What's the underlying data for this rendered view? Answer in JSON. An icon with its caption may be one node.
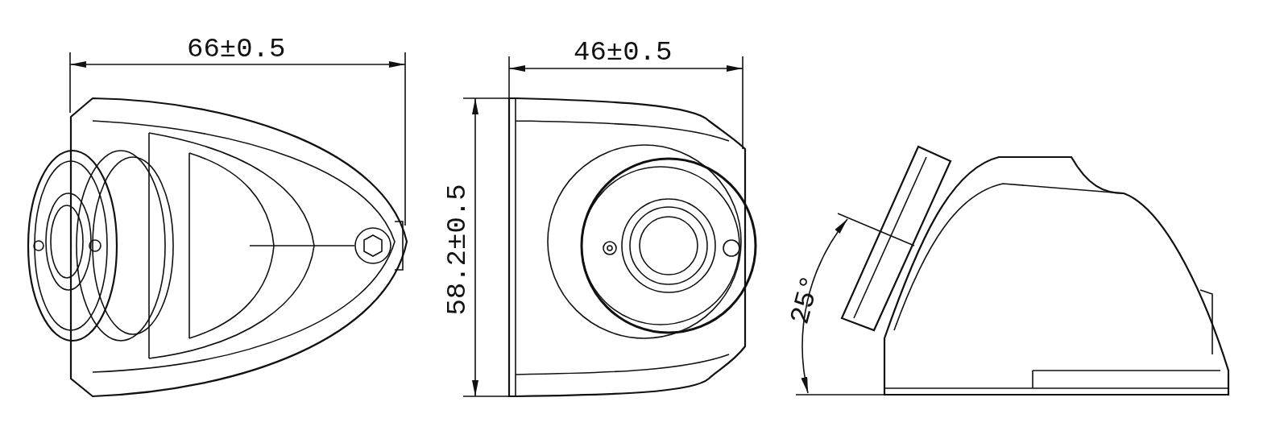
{
  "diagram": {
    "labels": [
      "66±0.5",
      "46±0.5",
      "58.2±0.5",
      "25°"
    ]
  }
}
